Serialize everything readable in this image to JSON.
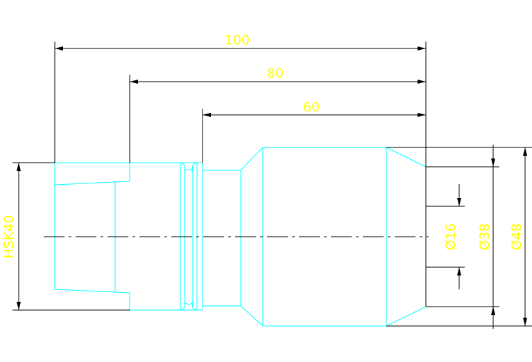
{
  "colors": {
    "background": "#ffffff",
    "part": "#00ffff",
    "dimension_lines": "#000000",
    "dimension_text": "#ffff00"
  },
  "dimensions": {
    "length_100": "100",
    "length_80": "80",
    "length_60": "60",
    "hsk_label": "HSK40",
    "dia_16": "Ø16",
    "dia_38": "Ø38",
    "dia_48": "Ø48"
  }
}
